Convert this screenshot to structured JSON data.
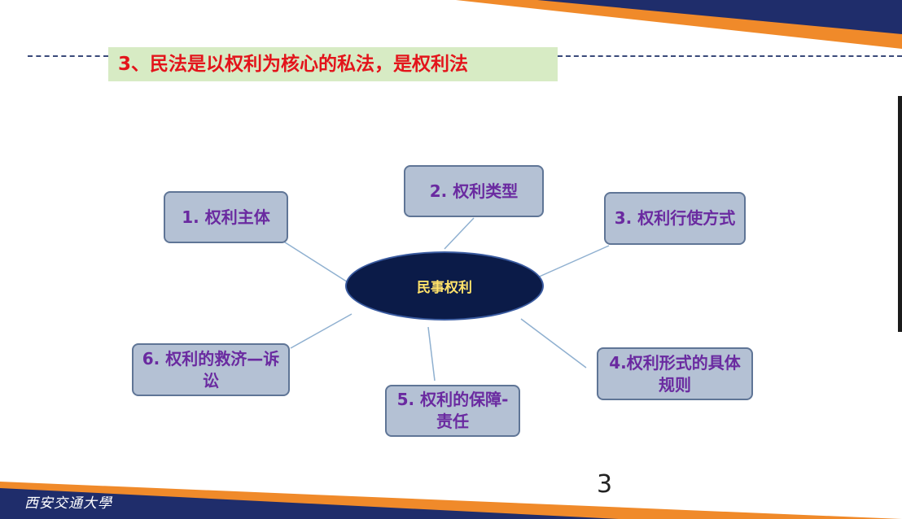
{
  "slide": {
    "title": "3、民法是以权利为核心的私法，是权利法",
    "page_number": "3",
    "logo_text": "西安交通大學"
  },
  "diagram": {
    "center": "民事权利",
    "nodes": [
      "1. 权利主体",
      "2. 权利类型",
      "3. 权利行使方式",
      "4.权利形式的具体规则",
      "5. 权利的保障-责任",
      "6. 权利的救济—诉讼"
    ]
  },
  "colors": {
    "title_text": "#e3141b",
    "title_bg": "#d7ebc4",
    "node_bg": "#b4c1d4",
    "node_text": "#6a2aa0",
    "center_bg": "#0b1b48",
    "center_text": "#ffe26a",
    "accent_orange": "#f08a2a",
    "accent_navy": "#1f2d6b"
  }
}
